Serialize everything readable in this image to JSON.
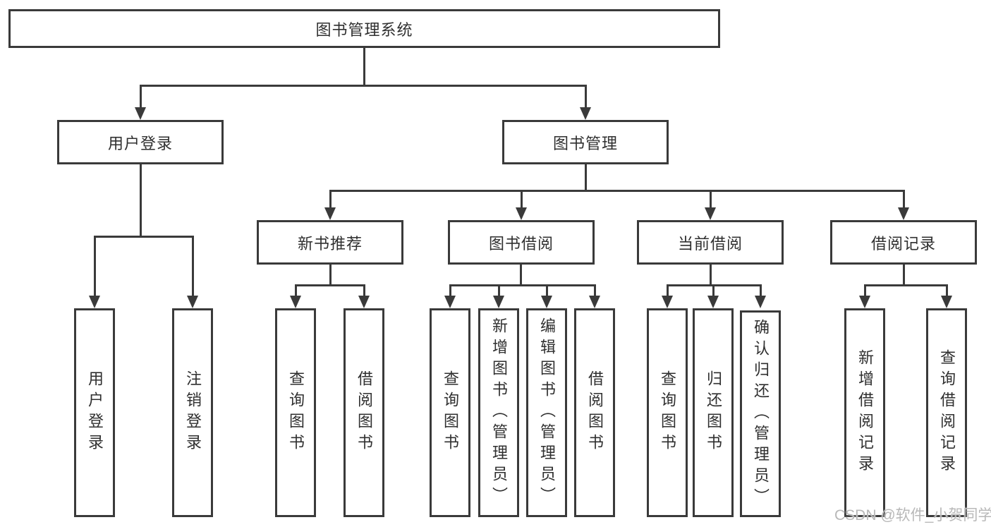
{
  "tree": {
    "root": {
      "label": "图书管理系统"
    },
    "branches": [
      {
        "label": "用户登录",
        "children": [
          "用户登录",
          "注销登录"
        ]
      },
      {
        "label": "图书管理",
        "groups": [
          {
            "label": "新书推荐",
            "children": [
              "查询图书",
              "借阅图书"
            ]
          },
          {
            "label": "图书借阅",
            "children": [
              "查询图书",
              "新增图书（管理员）",
              "编辑图书（管理员）",
              "借阅图书"
            ]
          },
          {
            "label": "当前借阅",
            "children": [
              "查询图书",
              "归还图书",
              "确认归还（管理员）"
            ]
          },
          {
            "label": "借阅记录",
            "children": [
              "新增借阅记录",
              "查询借阅记录"
            ]
          }
        ]
      }
    ]
  },
  "watermark": {
    "text": "CSDN @软件_小贺同学"
  },
  "colors": {
    "line": "#3a3a3a",
    "text": "#2f2f2f",
    "watermark": "#b8b8b8",
    "background": "#ffffff"
  }
}
